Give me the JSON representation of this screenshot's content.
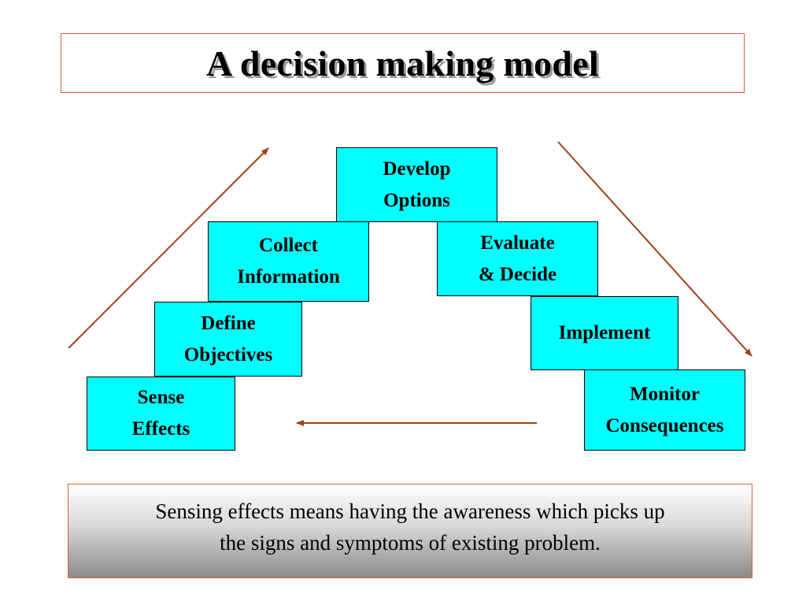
{
  "title": "A decision making model",
  "steps": {
    "develop": [
      "Develop",
      "Options"
    ],
    "collect": [
      "Collect",
      "Information"
    ],
    "evaluate": [
      "Evaluate",
      "& Decide"
    ],
    "define": [
      "Define",
      "Objectives"
    ],
    "implement": [
      "Implement"
    ],
    "sense": [
      "Sense",
      "Effects"
    ],
    "monitor": [
      "Monitor",
      "Consequences"
    ]
  },
  "note": {
    "line1": "Sensing effects means having the awareness which picks up",
    "line2": "the signs and symptoms of existing problem."
  },
  "colors": {
    "box_fill": "#00ffff",
    "arrow": "#a0401a",
    "frame": "#d9603a"
  }
}
